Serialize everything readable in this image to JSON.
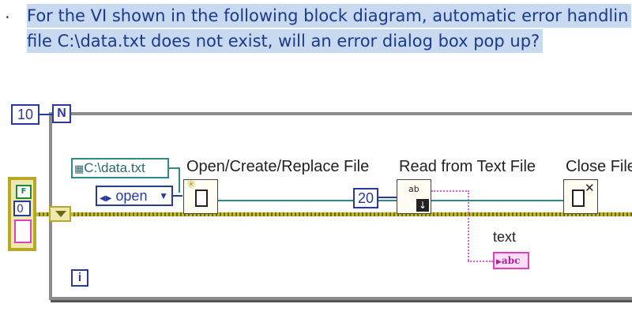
{
  "question": {
    "number": ".",
    "line1": "For the VI shown in the following block diagram, automatic error handlin",
    "line2": "file C:\\data.txt does not exist, will an error dialog box pop up?"
  },
  "diagram": {
    "loop_count": "10",
    "count_terminal": "N",
    "iteration_terminal": "i",
    "path_constant": "C:\\data.txt",
    "operation_constant": "open",
    "bytes_constant": "20",
    "open_file_label": "Open/Create/Replace File",
    "read_file_label": "Read from Text File",
    "close_file_label": "Close File",
    "text_indicator_label": "text",
    "text_indicator_value": "abc",
    "error_cluster_bool": "F",
    "error_cluster_code": "0"
  }
}
